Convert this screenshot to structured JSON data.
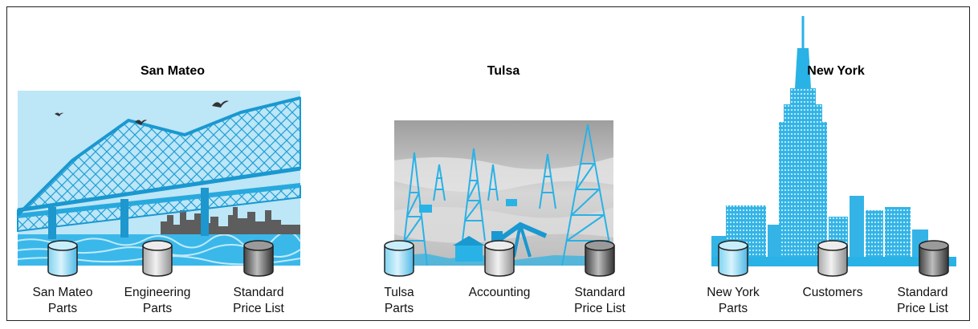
{
  "sites": [
    {
      "name": "San Mateo",
      "databases": [
        {
          "label": "San Mateo\nParts",
          "icon": "database-cylinder-icon",
          "color": "light-blue"
        },
        {
          "label": "Engineering\nParts",
          "icon": "database-cylinder-icon",
          "color": "light-gray"
        },
        {
          "label": "Standard\nPrice List",
          "icon": "database-cylinder-icon",
          "color": "dark-gray"
        }
      ]
    },
    {
      "name": "Tulsa",
      "databases": [
        {
          "label": "Tulsa\nParts",
          "icon": "database-cylinder-icon",
          "color": "light-blue"
        },
        {
          "label": "Accounting",
          "icon": "database-cylinder-icon",
          "color": "light-gray"
        },
        {
          "label": "Standard\nPrice List",
          "icon": "database-cylinder-icon",
          "color": "dark-gray"
        }
      ]
    },
    {
      "name": "New York",
      "databases": [
        {
          "label": "New York\nParts",
          "icon": "database-cylinder-icon",
          "color": "light-blue"
        },
        {
          "label": "Customers",
          "icon": "database-cylinder-icon",
          "color": "light-gray"
        },
        {
          "label": "Standard\nPrice List",
          "icon": "database-cylinder-icon",
          "color": "dark-gray"
        }
      ]
    }
  ],
  "colors": {
    "accent": "#29b6e8",
    "sky": "#bfe6f7",
    "water": "#4fc3ee",
    "fog": "#c8c8c8",
    "ink": "#1a8fc4"
  }
}
